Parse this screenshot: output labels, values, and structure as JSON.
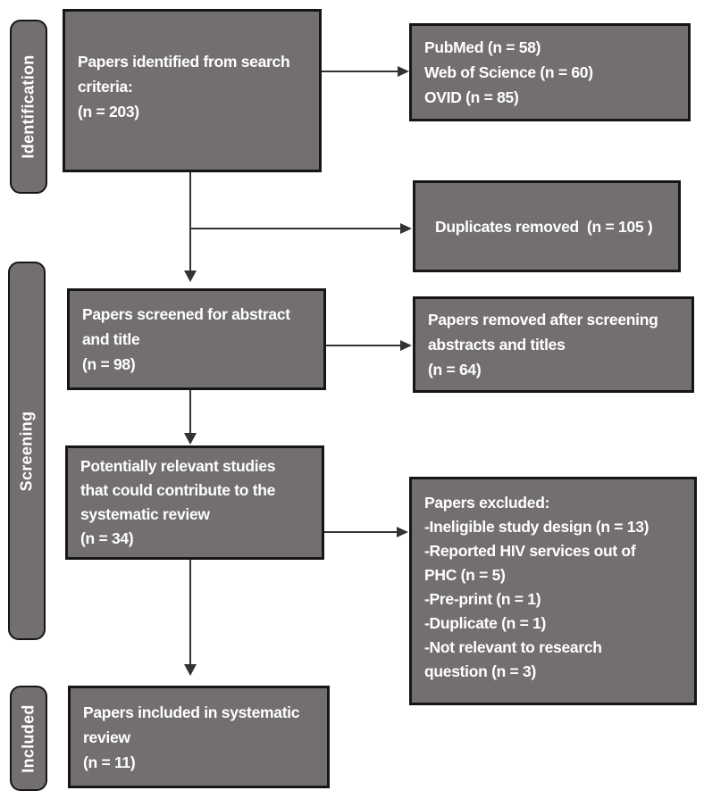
{
  "colors": {
    "box_fill": "#736F6F",
    "box_border": "#161616",
    "text_color": "#FFFFFF",
    "arrow_color": "#333333",
    "background": "#FFFFFF"
  },
  "stages": {
    "identification": "Identification",
    "screening": "Screening",
    "included": "Included"
  },
  "boxes": {
    "identified": {
      "lines": [
        "Papers identified from search",
        "criteria:",
        "(n = 203)"
      ]
    },
    "databases": {
      "lines": [
        "PubMed (n = 58)",
        "Web of Science (n = 60)",
        "OVID (n = 85)"
      ]
    },
    "duplicates": {
      "lines": [
        "Duplicates removed  (n = 105 )"
      ]
    },
    "screened": {
      "lines": [
        "Papers screened for abstract",
        "and title",
        "(n = 98)"
      ]
    },
    "removed_after_screening": {
      "lines": [
        "Papers removed after screening",
        "abstracts and titles",
        "(n = 64)"
      ]
    },
    "relevant": {
      "lines": [
        "Potentially relevant studies",
        "that could contribute to the",
        "systematic review",
        "(n = 34)"
      ]
    },
    "excluded": {
      "lines": [
        "Papers excluded:",
        "-Ineligible study design (n = 13)",
        "-Reported HIV services out of",
        "PHC (n = 5)",
        "-Pre-print (n = 1)",
        "-Duplicate (n = 1)",
        "-Not relevant to research",
        "question (n = 3)"
      ]
    },
    "included": {
      "lines": [
        "Papers included in systematic",
        "review",
        "(n = 11)"
      ]
    }
  }
}
